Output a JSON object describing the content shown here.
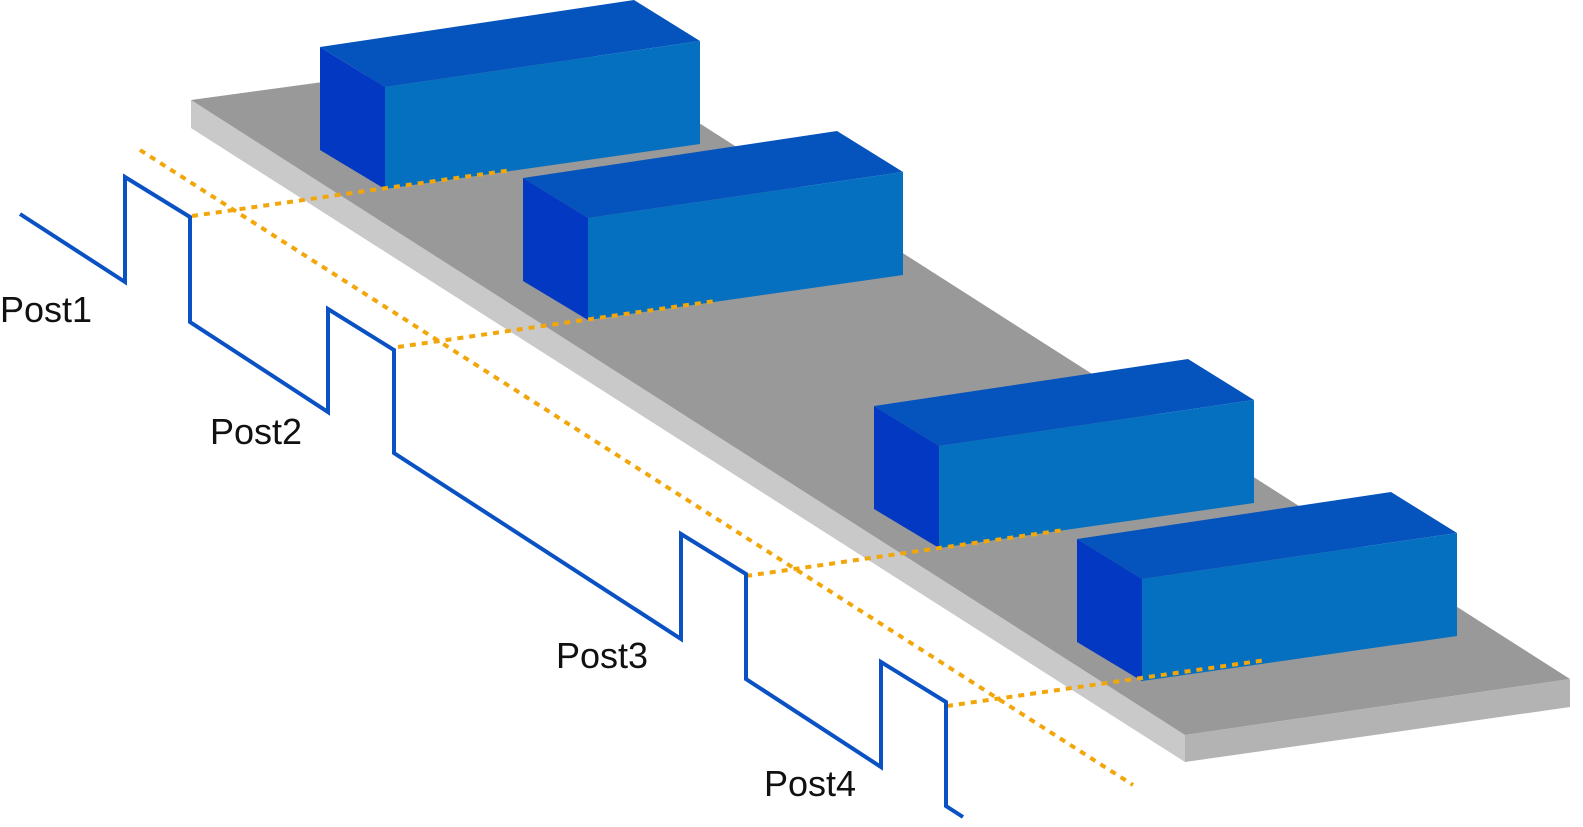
{
  "labels": {
    "post1": "Post1",
    "post2": "Post2",
    "post3": "Post3",
    "post4": "Post4"
  },
  "colors": {
    "belt_top": "#999999",
    "belt_side": "#c9c9c9",
    "belt_front": "#b3b3b3",
    "box_top": "#0553bd",
    "box_front": "#0570c0",
    "box_side": "#0238c2",
    "signal_line": "#0a52c4",
    "beam": "#f2a60a"
  },
  "elements": {
    "conveyor": "conveyor-belt",
    "boxes": [
      "box-1",
      "box-2",
      "box-3",
      "box-4"
    ],
    "signal": "pulse-signal-line",
    "beam": "sensor-beam-line"
  }
}
